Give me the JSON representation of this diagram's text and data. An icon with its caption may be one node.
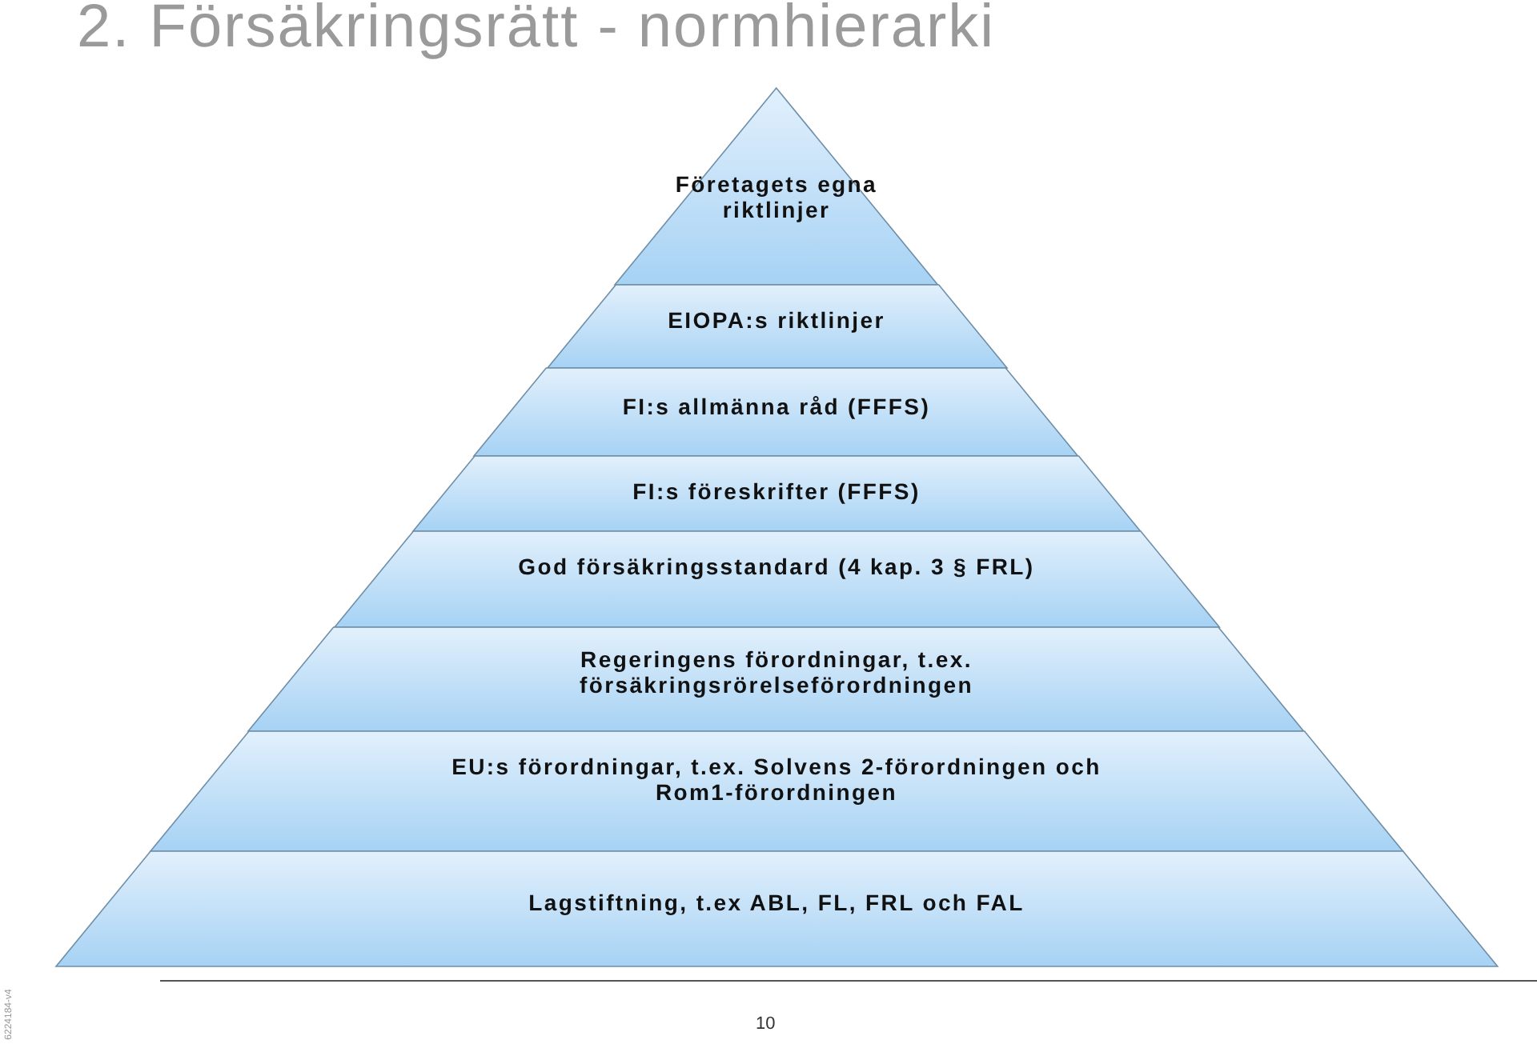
{
  "diagram": {
    "title": "2. Försäkringsrätt - normhierarki",
    "nodes": [
      {
        "text": [
          "Företagets egna riktlinjer"
        ]
      },
      {
        "text": [
          "EIOPA:s riktlinjer"
        ]
      },
      {
        "text": [
          "FI:s allmänna råd (FFFS)"
        ]
      },
      {
        "text": [
          "FI:s föreskrifter (FFFS)"
        ]
      },
      {
        "text": [
          "God försäkringsstandard (4 kap. 3 § FRL)"
        ]
      },
      {
        "text": [
          "Regeringens förordningar, t.ex. försäkringsrörelseförordningen"
        ]
      },
      {
        "text": [
          "EU:s förordningar, t.ex. Solvens 2-förordningen och Rom1-förordningen"
        ]
      },
      {
        "text": [
          "Lagstiftning, t.ex ABL, FL, FRL och FAL"
        ]
      }
    ],
    "labels": [
      "6224184-v4",
      "10"
    ]
  }
}
